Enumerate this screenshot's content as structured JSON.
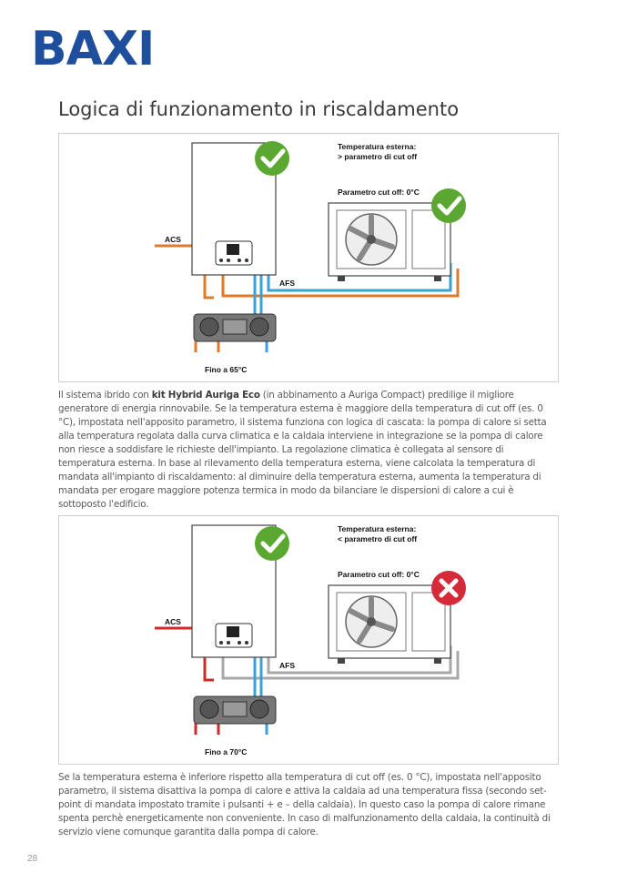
{
  "brand": "BAXI",
  "heading": "Logica di funzionamento in riscaldamento",
  "diagram1": {
    "temp_title": "Temperatura esterna:",
    "temp_condition": "> parametro di cut off",
    "cutoff_label": "Parametro cut off: 0°C",
    "acs_label": "ACS",
    "afs_label": "AFS",
    "flow_label": "Fino a 65°C",
    "heat_pump_status": "check-icon",
    "boiler_status": "check-icon"
  },
  "paragraph1": {
    "intro": "Il sistema ibrido con ",
    "product": "kit Hybrid Auriga Eco",
    "body": " (in abbinamento a Auriga Compact) predilige il migliore generatore di energia rinnovabile. Se la temperatura esterna è maggiore della temperatura di cut off (es. 0 °C), impostata nell'apposito parametro, il sistema funziona con logica di cascata: la pompa di calore si setta alla temperatura regolata dalla curva climatica e la caldaia interviene in integrazione se la pompa di calore non riesce a soddisfare le richieste dell'impianto. La regolazione climatica è collegata al sensore di temperatura esterna. In base al rilevamento della temperatura esterna, viene calcolata la temperatura di mandata all'impianto di riscaldamento: al diminuire della temperatura esterna, aumenta la temperatura di mandata per erogare maggiore potenza termica in modo da bilanciare le dispersioni di calore a cui è sottoposto l'edificio."
  },
  "diagram2": {
    "temp_title": "Temperatura esterna:",
    "temp_condition": "< parametro di cut off",
    "cutoff_label": "Parametro cut off: 0°C",
    "acs_label": "ACS",
    "afs_label": "AFS",
    "flow_label": "Fino a 70°C",
    "heat_pump_status": "cross-icon",
    "boiler_status": "check-icon"
  },
  "paragraph2": "Se la temperatura esterna è inferiore rispetto alla temperatura di cut off (es. 0 °C), impostata nell'apposito parametro, il sistema disattiva la pompa di calore e attiva la caldaia ad una temperatura fissa (secondo set-point di mandata impostato tramite i pulsanti + e – della caldaia). In questo caso la pompa di calore rimane spenta perchè energeticamente non conveniente. In caso di malfunzionamento della caldaia, la continuità di servizio viene comunque garantita dalla pompa di calore.",
  "page_number": "28",
  "colors": {
    "brand": "#1f4f9c",
    "hot_pipe": "#e07a2a",
    "cold_pipe": "#3aa0d8",
    "red_pipe": "#cc2b2b",
    "grey_pipe": "#a8a8a8",
    "check_green": "#5aa832",
    "cross_red": "#d42a3a"
  }
}
